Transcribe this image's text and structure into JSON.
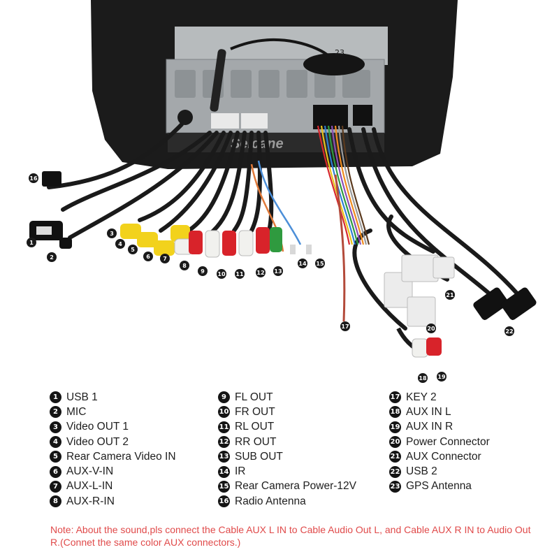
{
  "photo": {
    "brand": "Seicane",
    "markers": [
      "1",
      "2",
      "3",
      "4",
      "5",
      "6",
      "7",
      "8",
      "9",
      "10",
      "11",
      "12",
      "13",
      "14",
      "15",
      "16",
      "17",
      "18",
      "19",
      "20",
      "21",
      "22",
      "23"
    ]
  },
  "legend": {
    "columns": [
      [
        {
          "num": "1",
          "label": "USB 1"
        },
        {
          "num": "2",
          "label": "MIC"
        },
        {
          "num": "3",
          "label": "Video OUT 1"
        },
        {
          "num": "4",
          "label": "Video OUT 2"
        },
        {
          "num": "5",
          "label": "Rear Camera Video IN"
        },
        {
          "num": "6",
          "label": "AUX-V-IN"
        },
        {
          "num": "7",
          "label": "AUX-L-IN"
        },
        {
          "num": "8",
          "label": "AUX-R-IN"
        }
      ],
      [
        {
          "num": "9",
          "label": "FL OUT"
        },
        {
          "num": "10",
          "label": "FR OUT"
        },
        {
          "num": "11",
          "label": "RL OUT"
        },
        {
          "num": "12",
          "label": "RR OUT"
        },
        {
          "num": "13",
          "label": "SUB OUT"
        },
        {
          "num": "14",
          "label": "IR"
        },
        {
          "num": "15",
          "label": "Rear Camera Power-12V"
        },
        {
          "num": "16",
          "label": "Radio Antenna"
        }
      ],
      [
        {
          "num": "17",
          "label": "KEY 2"
        },
        {
          "num": "18",
          "label": "AUX IN L"
        },
        {
          "num": "19",
          "label": "AUX IN R"
        },
        {
          "num": "20",
          "label": "Power Connector"
        },
        {
          "num": "21",
          "label": "AUX Connector"
        },
        {
          "num": "22",
          "label": "USB 2"
        },
        {
          "num": "23",
          "label": "GPS Antenna"
        }
      ]
    ]
  },
  "note": "Note: About the sound,pls connect the Cable AUX L IN to Cable Audio Out L, and Cable AUX R IN to Audio Out R.(Connet the same color AUX connectors.)",
  "colors": {
    "note": "#e04a4a",
    "badge": "#141414",
    "rca_yellow": "#f2d21c",
    "rca_white": "#f1f1ee",
    "rca_red": "#d8232a",
    "rca_green": "#2f9a3f",
    "unit_body": "#1b1b1b",
    "chassis_metal": "#a9adaf"
  }
}
